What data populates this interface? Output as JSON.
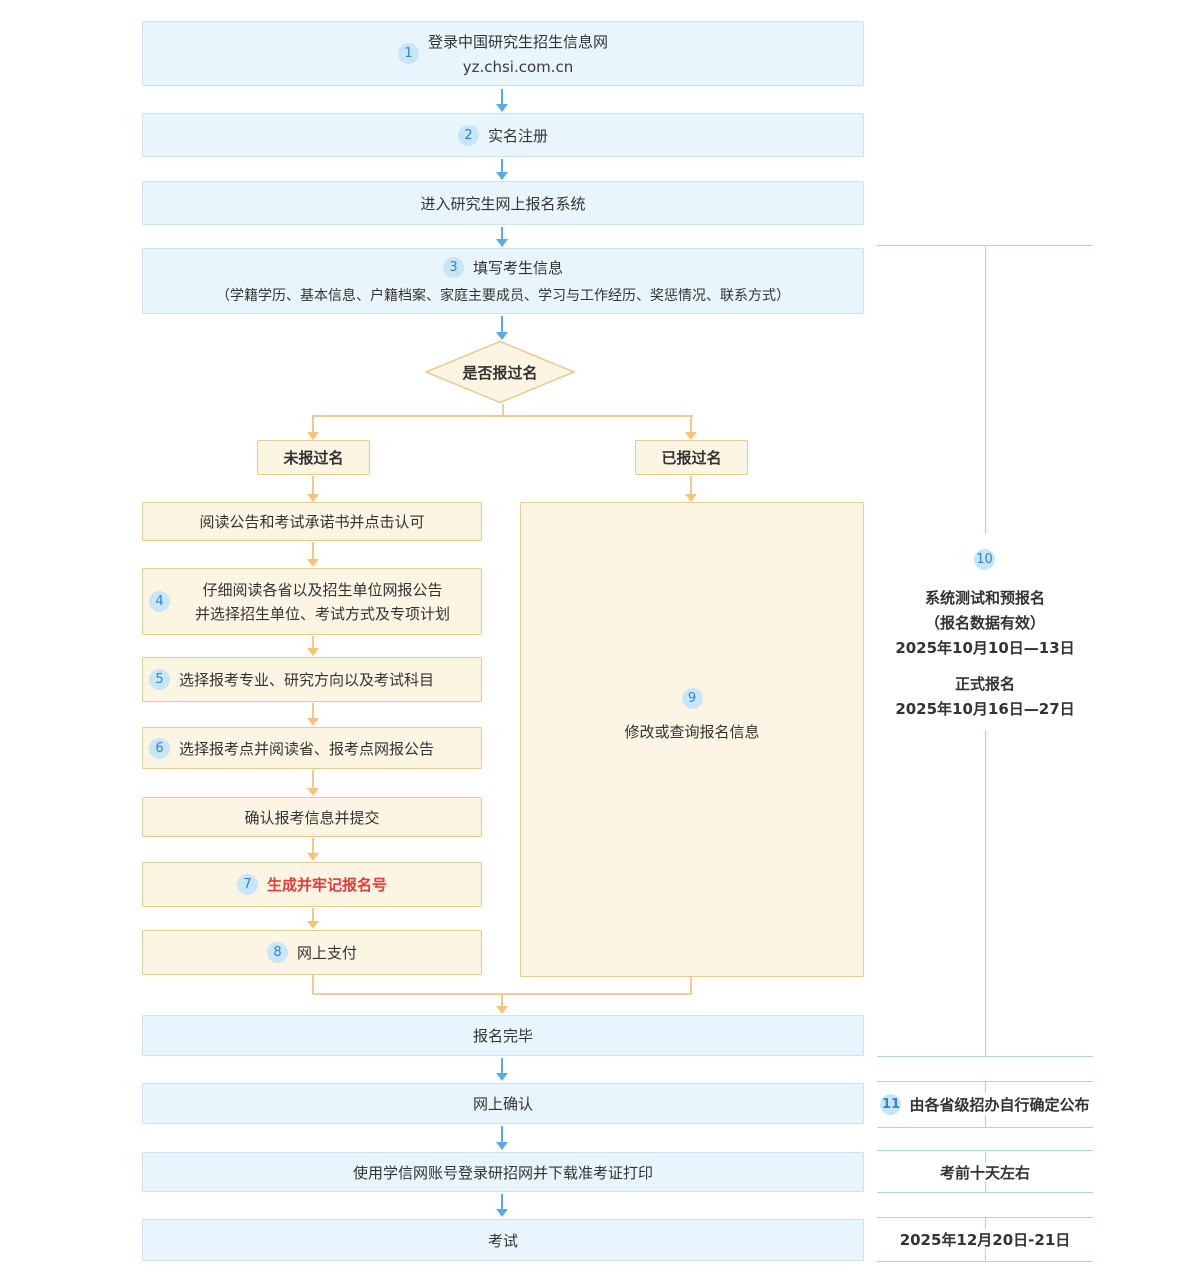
{
  "colors": {
    "blue_box_fill": "#e9f5fc",
    "blue_box_border": "#c8e3f1",
    "orange_box_fill": "#fdf5e3",
    "orange_box_border": "#e9ca90",
    "badge_bg": "#c9e5f8",
    "badge_text": "#2e86cd",
    "arrow_blue": "#5caae3",
    "arrow_orange": "#f6c37b",
    "connector_orange": "#edcd97",
    "timeline_line": "#a9d4e6",
    "text": "#333333",
    "highlight_red": "#e03a3a"
  },
  "flow": {
    "login": {
      "num": "1",
      "title": "登录中国研究生招生信息网",
      "url": "yz.chsi.com.cn"
    },
    "register": {
      "num": "2",
      "label": "实名注册"
    },
    "enter_system": {
      "label": "进入研究生网上报名系统"
    },
    "fill_info": {
      "num": "3",
      "label": "填写考生信息",
      "detail": "（学籍学历、基本信息、户籍档案、家庭主要成员、学习与工作经历、奖惩情况、联系方式）"
    },
    "decision": {
      "label": "是否报过名"
    },
    "branch_new": {
      "label": "未报过名"
    },
    "branch_registered": {
      "label": "已报过名"
    },
    "read_notice": {
      "label": "阅读公告和考试承诺书并点击认可"
    },
    "choose_unit": {
      "num": "4",
      "line1": "仔细阅读各省以及招生单位网报公告",
      "line2": "并选择招生单位、考试方式及专项计划"
    },
    "choose_major": {
      "num": "5",
      "label": "选择报考专业、研究方向以及考试科目"
    },
    "choose_site": {
      "num": "6",
      "label": "选择报考点并阅读省、报考点网报公告"
    },
    "confirm_submit": {
      "label": "确认报考信息并提交"
    },
    "get_number": {
      "num": "7",
      "label": "生成并牢记报名号"
    },
    "pay_online": {
      "num": "8",
      "label": "网上支付"
    },
    "modify_query": {
      "num": "9",
      "label": "修改或查询报名信息"
    },
    "finish": {
      "label": "报名完毕"
    },
    "online_confirm": {
      "label": "网上确认"
    },
    "download_ticket": {
      "label": "使用学信网账号登录研招网并下载准考证打印"
    },
    "exam": {
      "label": "考试"
    }
  },
  "timeline": {
    "pre_register": {
      "num": "10",
      "title": "系统测试和预报名",
      "note": "（报名数据有效）",
      "date": "2025年10月10日—13日",
      "title2": "正式报名",
      "date2": "2025年10月16日—27日"
    },
    "confirm_notice": {
      "num": "11",
      "label": "由各省级招办自行确定公布"
    },
    "print_ticket": {
      "label": "考前十天左右"
    },
    "exam_date": {
      "label": "2025年12月20日-21日"
    }
  }
}
